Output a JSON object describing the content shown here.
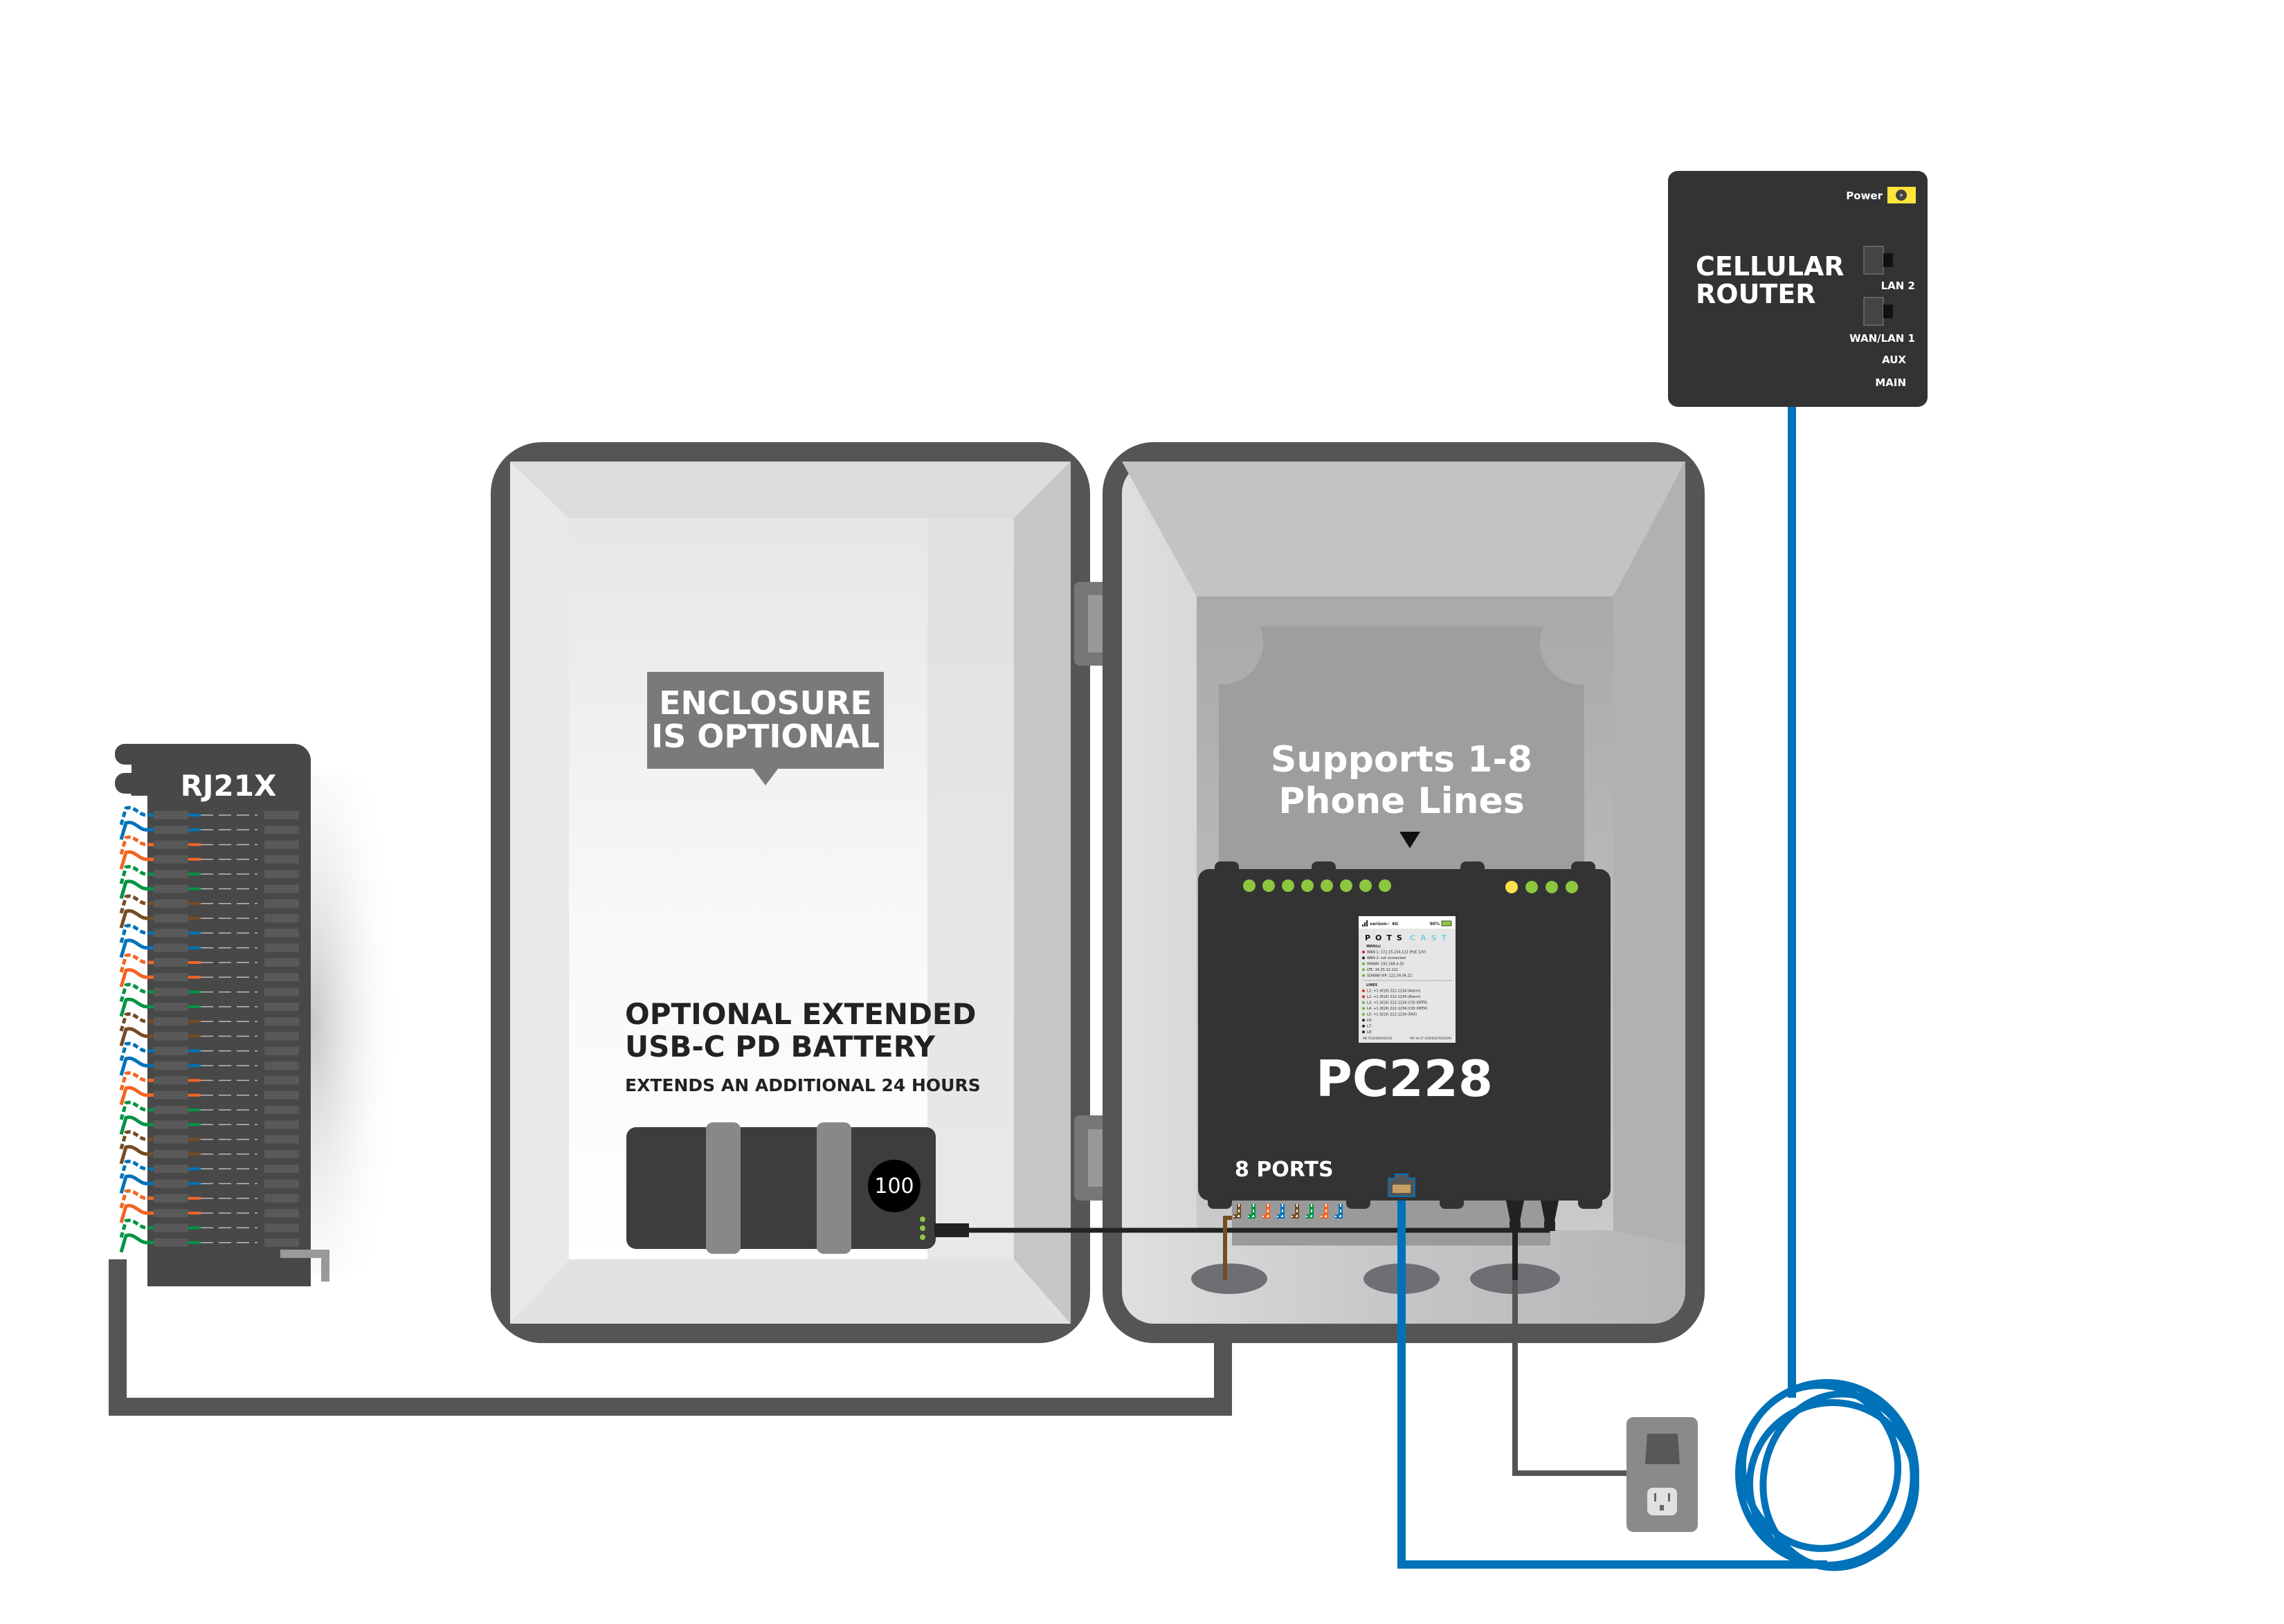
{
  "colors": {
    "enclosure_frame": "#555555",
    "device_body": "#333333",
    "label_bg": "#7a7a7a",
    "led_green": "#8dc63f",
    "led_yellow": "#ffe04a",
    "ethernet_blue": "#0072b9",
    "phone_gray": "#555555",
    "power_yellow": "#ffe53b",
    "wire_colors": [
      "#0072b9",
      "#f26522",
      "#009444",
      "#754c24"
    ]
  },
  "router": {
    "title_line1": "CELLULAR",
    "title_line2": "ROUTER",
    "power_label": "Power",
    "ports": [
      "LAN 2",
      "WAN/LAN 1"
    ],
    "antennas": [
      "AUX",
      "MAIN"
    ]
  },
  "left_enclosure": {
    "callout_line1": "ENCLOSURE",
    "callout_line2": "IS OPTIONAL",
    "battery_title_line1": "OPTIONAL EXTENDED",
    "battery_title_line2": "USB-C PD BATTERY",
    "battery_subtitle": "EXTENDS AN ADDITIONAL 24 HOURS",
    "battery_display": "100"
  },
  "right_enclosure": {
    "callout_line1": "Supports 1-8",
    "callout_line2": "Phone Lines"
  },
  "device": {
    "model": "PC228",
    "ports_label": "8 PORTS",
    "green_leds": 8,
    "status_leds": [
      "yellow",
      "green",
      "green",
      "green"
    ],
    "screen": {
      "carrier": "verizon✓ 4G",
      "battery": "90%",
      "logo_a": "POTS",
      "logo_b": "CAST",
      "wan_header": "WAN(s)",
      "wan": [
        {
          "status": "red",
          "text": "WAN 1: 172.25.234.122 (PoE 12V)"
        },
        {
          "status": "black",
          "text": "WAN 2: not connected"
        },
        {
          "status": "green",
          "text": "WWAN: 192.168.4.35"
        },
        {
          "status": "green",
          "text": "LTE: 34.25.12.122"
        },
        {
          "status": "green",
          "text": "SDWAN VIP: 122.34.56.22"
        }
      ],
      "lines_header": "LINES",
      "lines": [
        {
          "status": "red",
          "text": "L1: +1 (619) 222-1234 (Alarm)"
        },
        {
          "status": "red",
          "text": "L2: +1 (619) 222-1234 (Alarm)"
        },
        {
          "status": "green",
          "text": "L3: +1 (619) 222-1234 (CID XMTR)"
        },
        {
          "status": "green",
          "text": "L4: +1 (619) 222-1234 (CID XMTR)"
        },
        {
          "status": "green",
          "text": "L5: +1 (619) 222-1234 (FAX)"
        },
        {
          "status": "black",
          "text": "L6:"
        },
        {
          "status": "black",
          "text": "L7:"
        },
        {
          "status": "black",
          "text": "L8:"
        }
      ],
      "serial": "SN: PC224D5A42234",
      "firmware": "FW: V4.17 (20240327023429)"
    }
  },
  "rj21x": {
    "label": "RJ21X"
  }
}
